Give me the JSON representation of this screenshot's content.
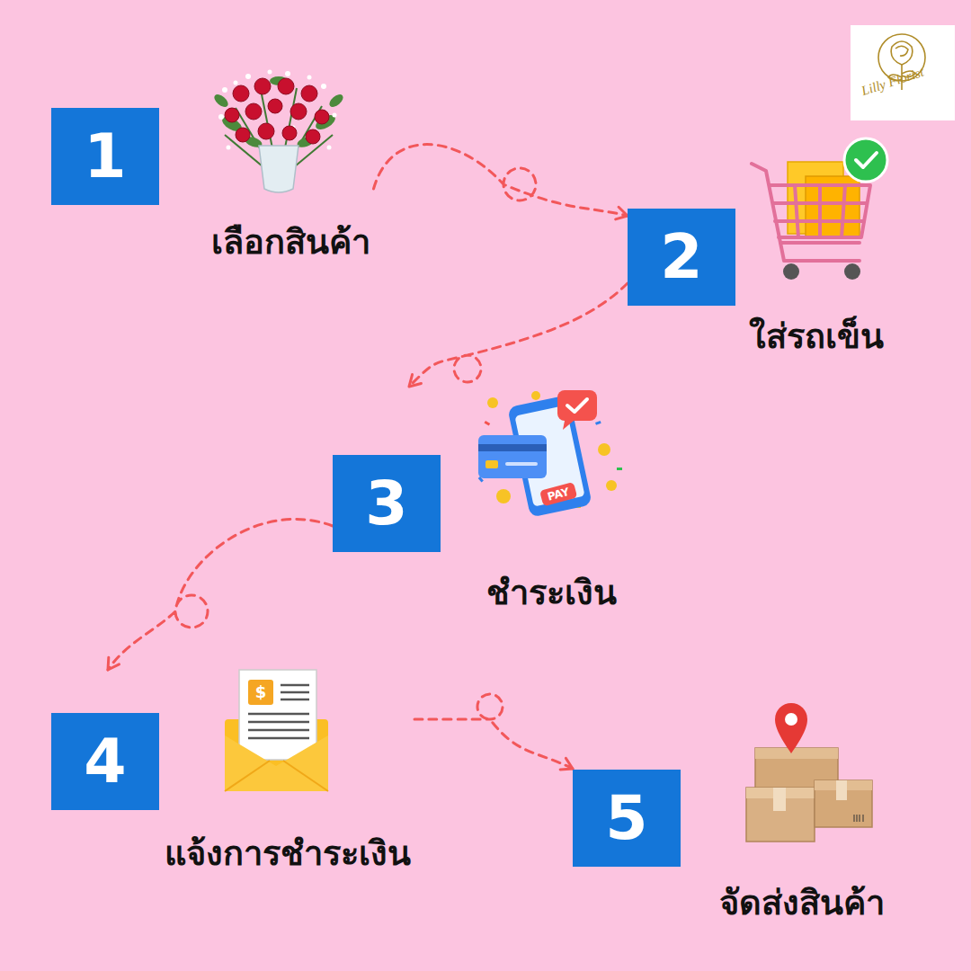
{
  "diagram": {
    "nodes": [
      {
        "text": [
          "1",
          "เลือกสินค้า"
        ]
      },
      {
        "text": [
          "2",
          "ใส่รถเข็น"
        ]
      },
      {
        "text": [
          "3",
          "ชำระเงิน"
        ]
      },
      {
        "text": [
          "4",
          "แจ้งการชำระเงิน"
        ]
      },
      {
        "text": [
          "5",
          "จัดส่งสินค้า"
        ]
      }
    ],
    "edges": [
      {
        "from": 0,
        "to": 1,
        "arrow": "to"
      },
      {
        "from": 1,
        "to": 2,
        "arrow": "to"
      },
      {
        "from": 2,
        "to": 3,
        "arrow": "to"
      },
      {
        "from": 3,
        "to": 4,
        "arrow": "to"
      }
    ],
    "labels": [
      "Lilly Florist",
      "PAY",
      "$"
    ]
  }
}
